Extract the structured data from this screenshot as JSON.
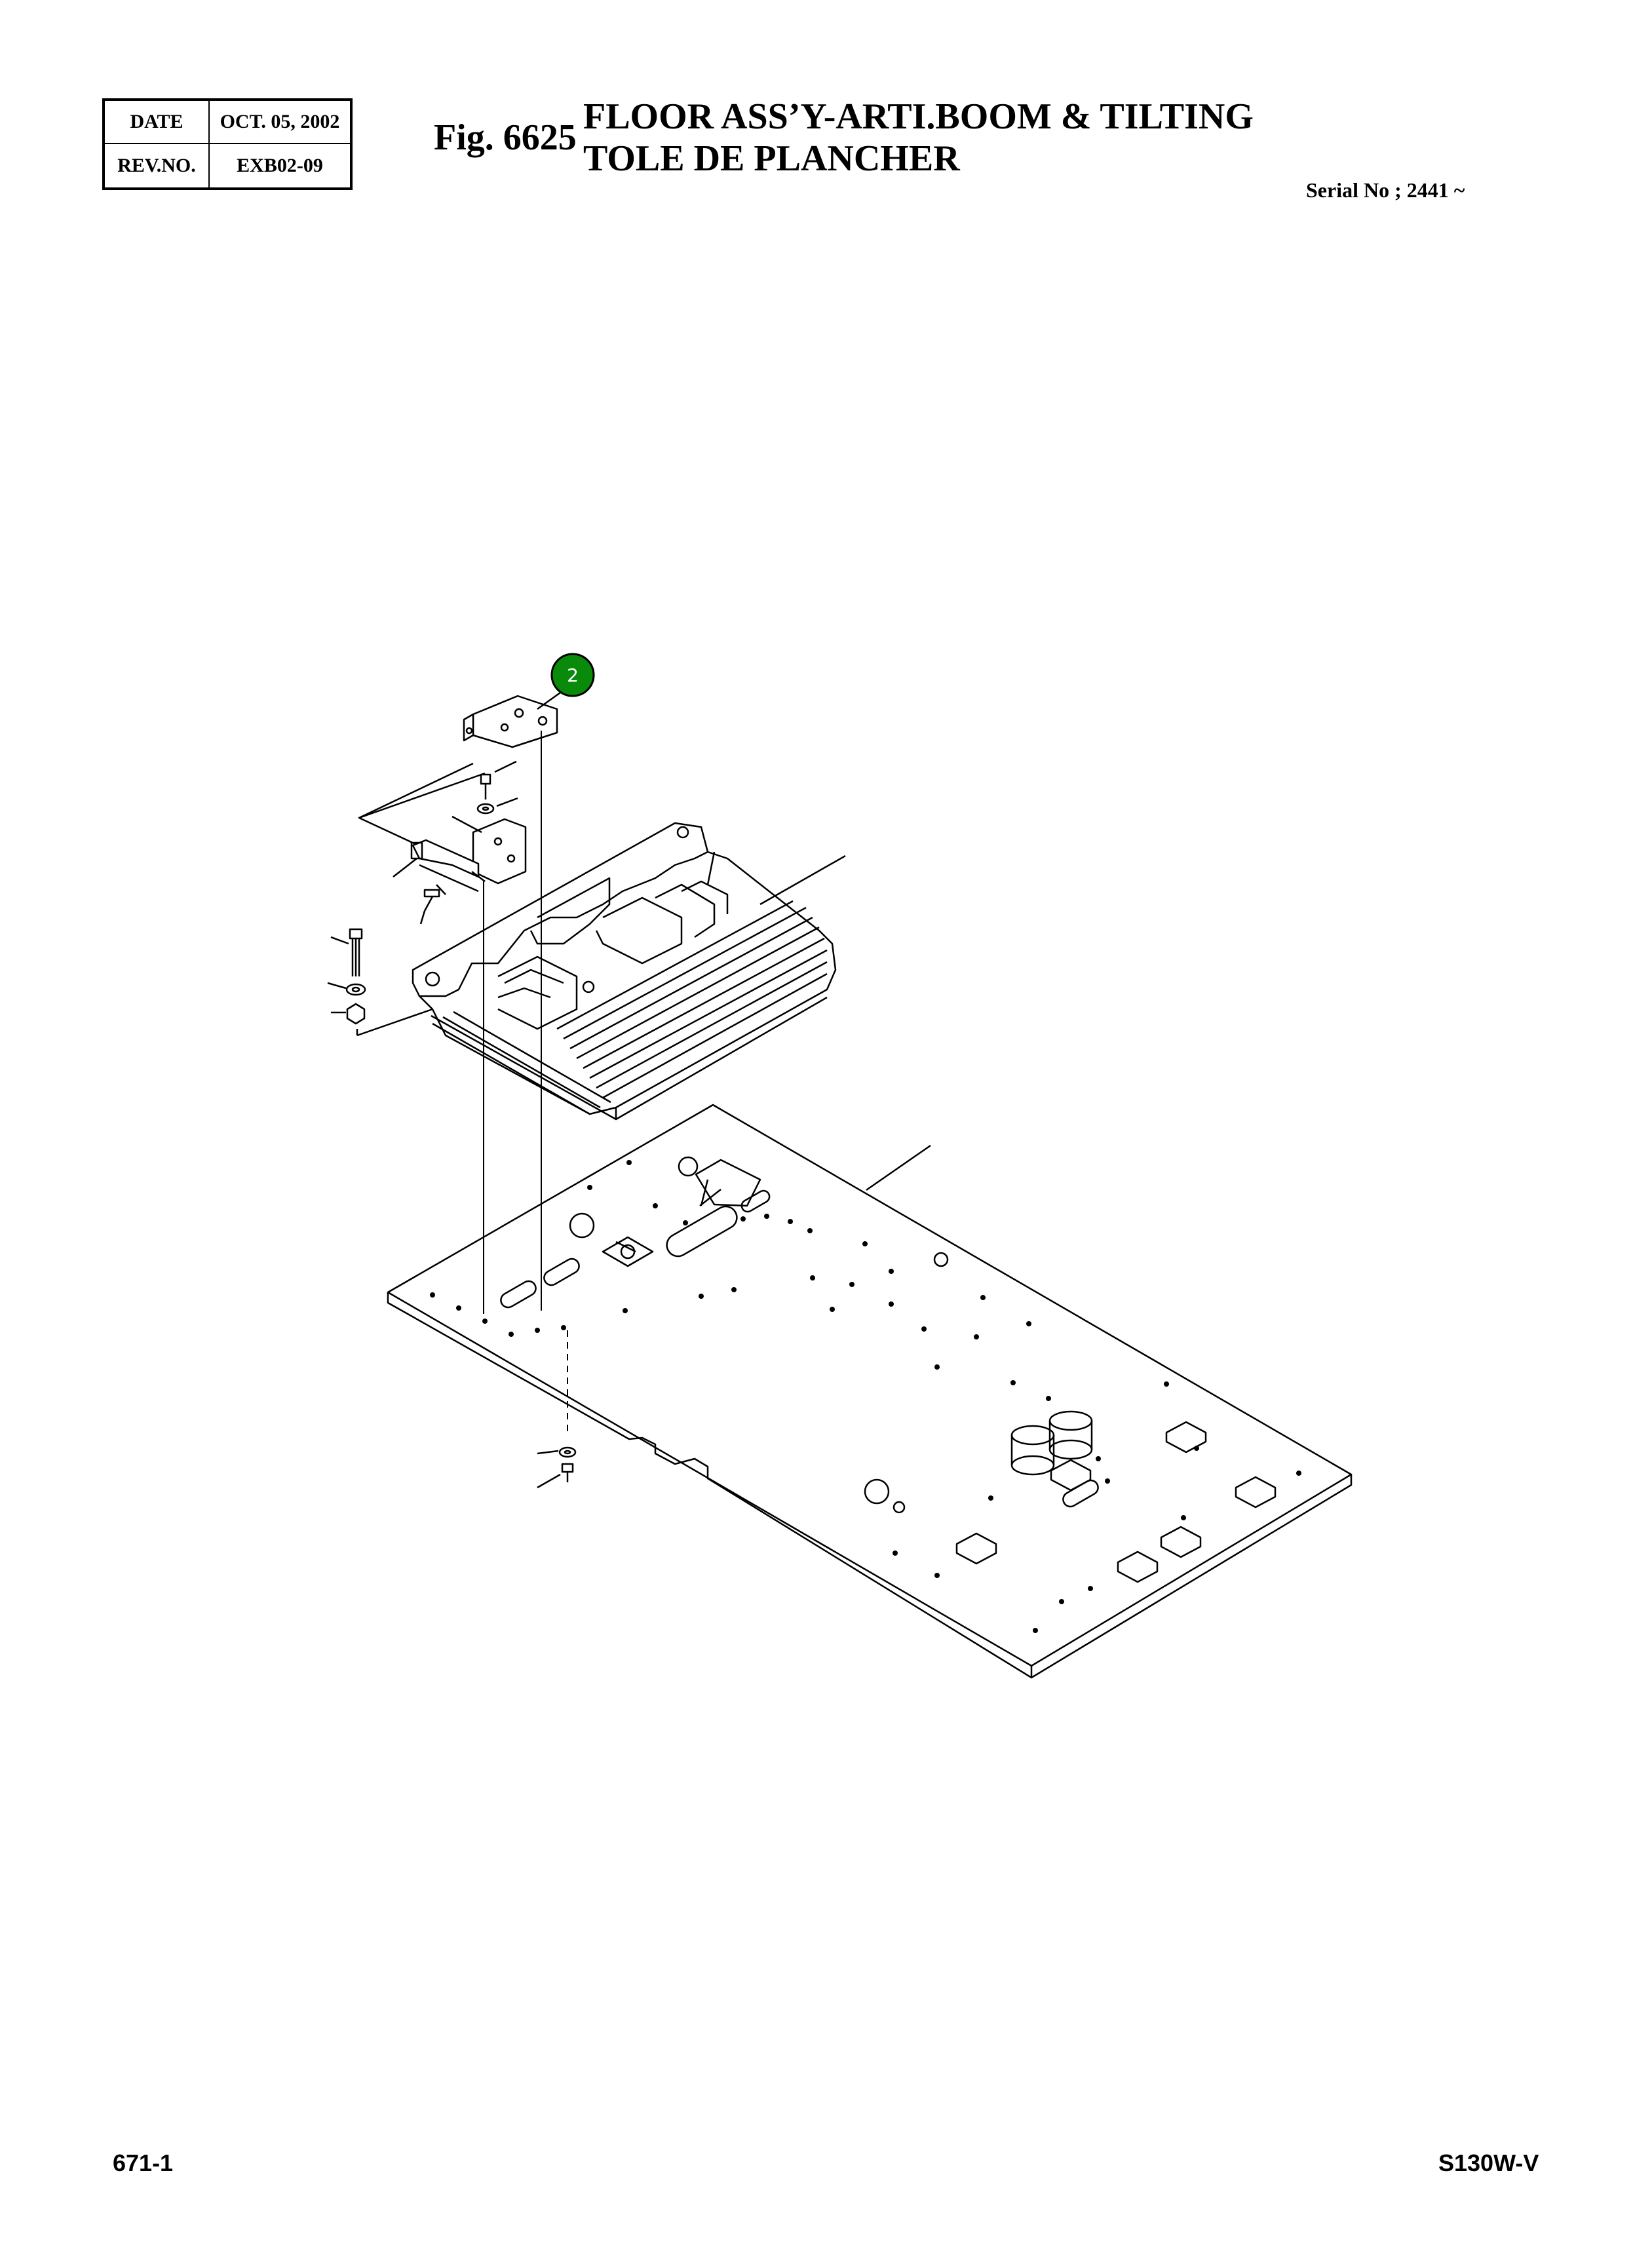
{
  "revision_box": {
    "date_label": "DATE",
    "date_value": "OCT. 05, 2002",
    "rev_label": "REV.NO.",
    "rev_value": "EXB02-09"
  },
  "figure": {
    "number": "Fig. 6625",
    "title_en": "FLOOR ASS’Y-ARTI.BOOM & TILTING",
    "title_fr": "TOLE DE PLANCHER",
    "serial": "Serial No ; 2441 ~"
  },
  "callouts": [
    {
      "label": "2",
      "color": "#0a8a0a"
    }
  ],
  "footer": {
    "page": "671-1",
    "model": "S130W-V"
  }
}
